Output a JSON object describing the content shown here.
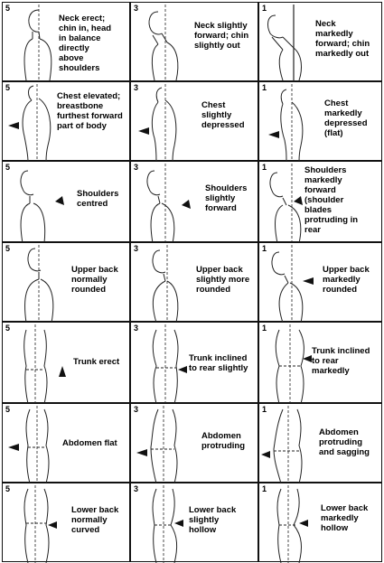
{
  "rows": [
    {
      "section": "neck",
      "cells": [
        {
          "score": "5",
          "label": "Neck erect;\nchin in, head\nin balance\ndirectly\nabove\nshoulders"
        },
        {
          "score": "3",
          "label": "Neck slightly\nforward; chin\nslightly out"
        },
        {
          "score": "1",
          "label": "Neck\nmarkedly\nforward; chin\nmarkedly out"
        }
      ]
    },
    {
      "section": "chest",
      "cells": [
        {
          "score": "5",
          "label": "Chest elevated;\nbreastbone\nfurthest forward\npart of body"
        },
        {
          "score": "3",
          "label": "Chest\nslightly\ndepressed"
        },
        {
          "score": "1",
          "label": "Chest\nmarkedly\ndepressed\n(flat)"
        }
      ]
    },
    {
      "section": "shoulders",
      "cells": [
        {
          "score": "5",
          "label": "Shoulders\ncentred"
        },
        {
          "score": "3",
          "label": "Shoulders\nslightly\nforward"
        },
        {
          "score": "1",
          "label": "Shoulders\nmarkedly\nforward\n(shoulder\nblades\nprotruding in\nrear"
        }
      ]
    },
    {
      "section": "upper-back",
      "cells": [
        {
          "score": "5",
          "label": "Upper back\nnormally\nrounded"
        },
        {
          "score": "3",
          "label": "Upper back\nslightly more\nrounded"
        },
        {
          "score": "1",
          "label": "Upper back\nmarkedly\nrounded"
        }
      ]
    },
    {
      "section": "trunk",
      "cells": [
        {
          "score": "5",
          "label": "Trunk erect"
        },
        {
          "score": "3",
          "label": "Trunk inclined\nto rear slightly"
        },
        {
          "score": "1",
          "label": "Trunk inclined\nto rear\nmarkedly"
        }
      ]
    },
    {
      "section": "abdomen",
      "cells": [
        {
          "score": "5",
          "label": "Abdomen flat"
        },
        {
          "score": "3",
          "label": "Abdomen\nprotruding"
        },
        {
          "score": "1",
          "label": "Abdomen\nprotruding\nand sagging"
        }
      ]
    },
    {
      "section": "lower-back",
      "cells": [
        {
          "score": "5",
          "label": "Lower back\nnormally\ncurved"
        },
        {
          "score": "3",
          "label": "Lower back\nslightly\nhollow"
        },
        {
          "score": "1",
          "label": "Lower back\nmarkedly\nhollow"
        }
      ]
    }
  ]
}
